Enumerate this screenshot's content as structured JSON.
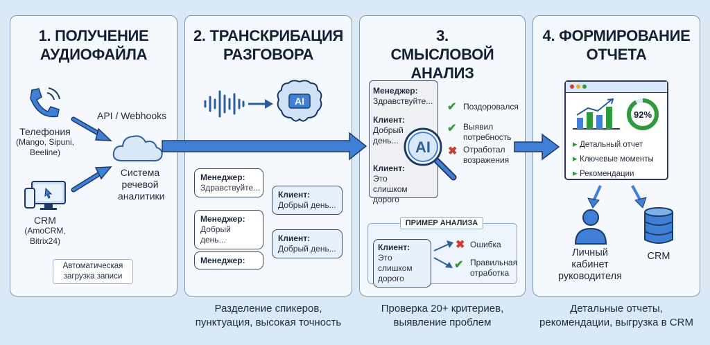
{
  "stages": [
    {
      "title": "1. ПОЛУЧЕНИЕ АУДИОФАЙЛА",
      "caption": ""
    },
    {
      "title": "2. ТРАНСКРИБАЦИЯ РАЗГОВОРА",
      "caption": "Разделение спикеров, пунктуация, высокая точность"
    },
    {
      "title": "3. СМЫСЛОВОЙ АНАЛИЗ",
      "caption": "Проверка 20+ критериев, выявление проблем"
    },
    {
      "title": "4. ФОРМИРОВАНИЕ ОТЧЕТА",
      "caption": "Детальные отчеты, рекомендации, выгрузка в CRM"
    }
  ],
  "stage1": {
    "telephony": "Телефония",
    "telephony_sub": "(Mango, Sipuni, Beeline)",
    "api": "API / Webhooks",
    "system": "Система речевой аналитики",
    "crm": "CRM",
    "crm_sub": "(AmoCRM, Bitrix24)",
    "auto": "Автоматическая загрузка записи"
  },
  "stage2": {
    "ai": "AI",
    "bubbles": [
      {
        "speaker": "Менеджер:",
        "text": "Здравствуйте..."
      },
      {
        "speaker": "Клиент:",
        "text": "Добрый день..."
      },
      {
        "speaker": "Менеджер:",
        "text": "Добрый день..."
      },
      {
        "speaker": "Клиент:",
        "text": "Добрый день..."
      },
      {
        "speaker": "Менеджер:",
        "text": ""
      }
    ]
  },
  "stage3": {
    "ai": "AI",
    "transcript": [
      {
        "speaker": "Менеджер:",
        "text": "Здравствуйте..."
      },
      {
        "speaker": "Клиент:",
        "text": "Добрый день..."
      },
      {
        "speaker": "Клиент:",
        "text": "Это слишком дорого"
      }
    ],
    "checks": [
      {
        "status": "ok",
        "label": "Поздоровался"
      },
      {
        "status": "ok",
        "label": "Выявил потребность"
      },
      {
        "status": "fail",
        "label": "Отработал возражения"
      }
    ],
    "example_title": "ПРИМЕР АНАЛИЗА",
    "example_speaker": "Клиент:",
    "example_text": "Это слишком дорого",
    "error_label": "Ошибка",
    "correct_label": "Правильная отработка"
  },
  "stage4": {
    "percent": "92%",
    "items": [
      "Детальный отчет",
      "Ключевые моменты",
      "Рекомендации"
    ],
    "cabinet": "Личный кабинет руководителя",
    "crm": "CRM"
  },
  "colors": {
    "accent": "#3f7fd6",
    "ok": "#2f9a3c",
    "fail": "#d23a2c"
  }
}
